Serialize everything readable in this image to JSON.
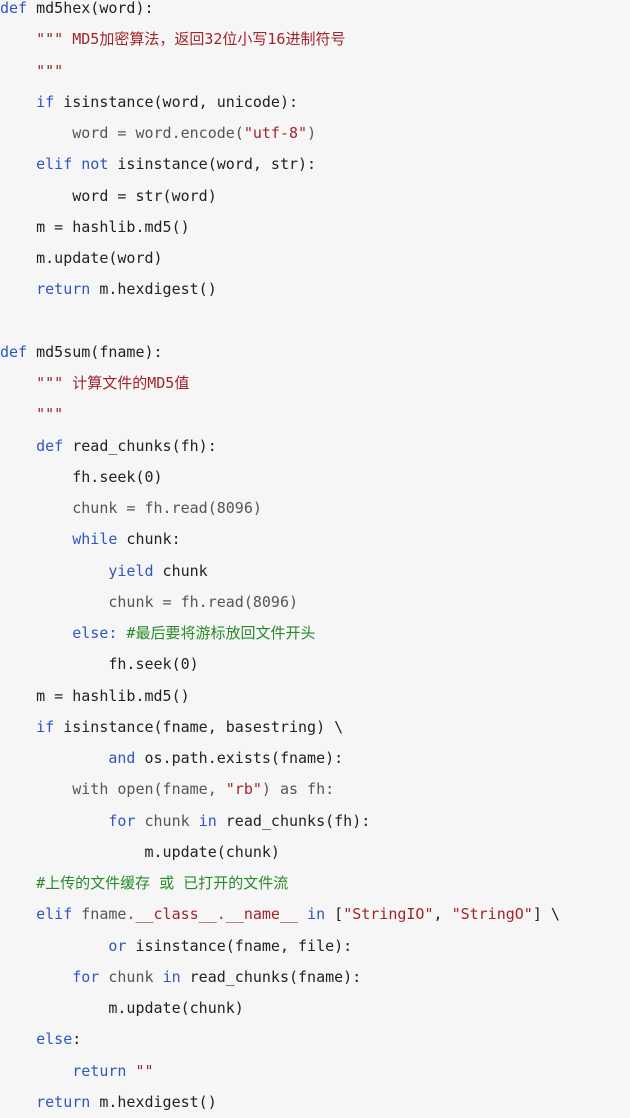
{
  "colors": {
    "background": "#f6f6f6",
    "keyword": "#2f56c4",
    "string": "#a3232b",
    "comment": "#2a8a2a",
    "default": "#333333"
  },
  "lines": [
    [
      {
        "t": "def",
        "c": "kw"
      },
      {
        "t": " md5hex(word):",
        "c": "nm"
      }
    ],
    [
      {
        "t": "    \"\"\" MD5加密算法，返回32位小写16进制符号",
        "c": "str"
      }
    ],
    [
      {
        "t": "    \"\"\"",
        "c": "str"
      }
    ],
    [
      {
        "t": "    ",
        "c": "nm"
      },
      {
        "t": "if",
        "c": "kw"
      },
      {
        "t": " isinstance(word, unicode):",
        "c": "nm"
      }
    ],
    [
      {
        "t": "        word = word.encode(",
        "c": "dim"
      },
      {
        "t": "\"utf-8\"",
        "c": "str"
      },
      {
        "t": ")",
        "c": "dim"
      }
    ],
    [
      {
        "t": "    ",
        "c": "nm"
      },
      {
        "t": "elif not",
        "c": "kw"
      },
      {
        "t": " isinstance(word, str):",
        "c": "nm"
      }
    ],
    [
      {
        "t": "        word = str(word)",
        "c": "nm"
      }
    ],
    [
      {
        "t": "    m = hashlib.md5()",
        "c": "nm"
      }
    ],
    [
      {
        "t": "    m.update(word)",
        "c": "nm"
      }
    ],
    [
      {
        "t": "    ",
        "c": "nm"
      },
      {
        "t": "return",
        "c": "kw"
      },
      {
        "t": " m.hexdigest()",
        "c": "nm"
      }
    ],
    [],
    [
      {
        "t": "def",
        "c": "kw"
      },
      {
        "t": " md5sum(fname):",
        "c": "nm"
      }
    ],
    [
      {
        "t": "    \"\"\" 计算文件的MD5值",
        "c": "str"
      }
    ],
    [
      {
        "t": "    \"\"\"",
        "c": "str"
      }
    ],
    [
      {
        "t": "    ",
        "c": "nm"
      },
      {
        "t": "def",
        "c": "kw"
      },
      {
        "t": " read_chunks(fh):",
        "c": "nm"
      }
    ],
    [
      {
        "t": "        fh.seek(0)",
        "c": "nm"
      }
    ],
    [
      {
        "t": "        chunk = fh.read(8096)",
        "c": "dim"
      }
    ],
    [
      {
        "t": "        ",
        "c": "nm"
      },
      {
        "t": "while",
        "c": "kw"
      },
      {
        "t": " chunk:",
        "c": "nm"
      }
    ],
    [
      {
        "t": "            ",
        "c": "nm"
      },
      {
        "t": "yield",
        "c": "kw"
      },
      {
        "t": " chunk",
        "c": "nm"
      }
    ],
    [
      {
        "t": "            chunk = fh.read(8096)",
        "c": "dim"
      }
    ],
    [
      {
        "t": "        ",
        "c": "nm"
      },
      {
        "t": "else:",
        "c": "kw"
      },
      {
        "t": " #最后要将游标放回文件开头",
        "c": "cm"
      }
    ],
    [
      {
        "t": "            fh.seek(0)",
        "c": "nm"
      }
    ],
    [
      {
        "t": "    m = hashlib.md5()",
        "c": "nm"
      }
    ],
    [
      {
        "t": "    ",
        "c": "nm"
      },
      {
        "t": "if",
        "c": "kw"
      },
      {
        "t": " isinstance(fname, basestring) \\",
        "c": "nm"
      }
    ],
    [
      {
        "t": "            ",
        "c": "nm"
      },
      {
        "t": "and",
        "c": "kw"
      },
      {
        "t": " os.path.exists(fname):",
        "c": "nm"
      }
    ],
    [
      {
        "t": "        with open(fname, ",
        "c": "dim"
      },
      {
        "t": "\"rb\"",
        "c": "str"
      },
      {
        "t": ") as fh:",
        "c": "dim"
      }
    ],
    [
      {
        "t": "            ",
        "c": "nm"
      },
      {
        "t": "for",
        "c": "kw"
      },
      {
        "t": " chunk ",
        "c": "dim"
      },
      {
        "t": "in",
        "c": "kw"
      },
      {
        "t": " read_chunks(fh):",
        "c": "nm"
      }
    ],
    [
      {
        "t": "                m.update(chunk)",
        "c": "nm"
      }
    ],
    [
      {
        "t": "    #上传的文件缓存 或 已打开的文件流",
        "c": "cm"
      }
    ],
    [
      {
        "t": "    ",
        "c": "nm"
      },
      {
        "t": "elif",
        "c": "kw"
      },
      {
        "t": " fname.",
        "c": "dim"
      },
      {
        "t": "__class__",
        "c": "str"
      },
      {
        "t": ".",
        "c": "dim"
      },
      {
        "t": "__name__",
        "c": "str"
      },
      {
        "t": " ",
        "c": "nm"
      },
      {
        "t": "in",
        "c": "kw"
      },
      {
        "t": " [",
        "c": "nm"
      },
      {
        "t": "\"StringIO\"",
        "c": "str"
      },
      {
        "t": ", ",
        "c": "nm"
      },
      {
        "t": "\"StringO\"",
        "c": "str"
      },
      {
        "t": "] \\",
        "c": "nm"
      }
    ],
    [
      {
        "t": "            ",
        "c": "nm"
      },
      {
        "t": "or",
        "c": "kw"
      },
      {
        "t": " isinstance(fname, file):",
        "c": "nm"
      }
    ],
    [
      {
        "t": "        ",
        "c": "nm"
      },
      {
        "t": "for",
        "c": "kw"
      },
      {
        "t": " chunk ",
        "c": "dim"
      },
      {
        "t": "in",
        "c": "kw"
      },
      {
        "t": " read_chunks(fname):",
        "c": "nm"
      }
    ],
    [
      {
        "t": "            m.update(chunk)",
        "c": "nm"
      }
    ],
    [
      {
        "t": "    ",
        "c": "nm"
      },
      {
        "t": "else",
        "c": "kw"
      },
      {
        "t": ":",
        "c": "nm"
      }
    ],
    [
      {
        "t": "        ",
        "c": "nm"
      },
      {
        "t": "return",
        "c": "kw"
      },
      {
        "t": " ",
        "c": "nm"
      },
      {
        "t": "\"\"",
        "c": "str"
      }
    ],
    [
      {
        "t": "    ",
        "c": "nm"
      },
      {
        "t": "return",
        "c": "kw"
      },
      {
        "t": " m.hexdigest()",
        "c": "nm"
      }
    ]
  ]
}
